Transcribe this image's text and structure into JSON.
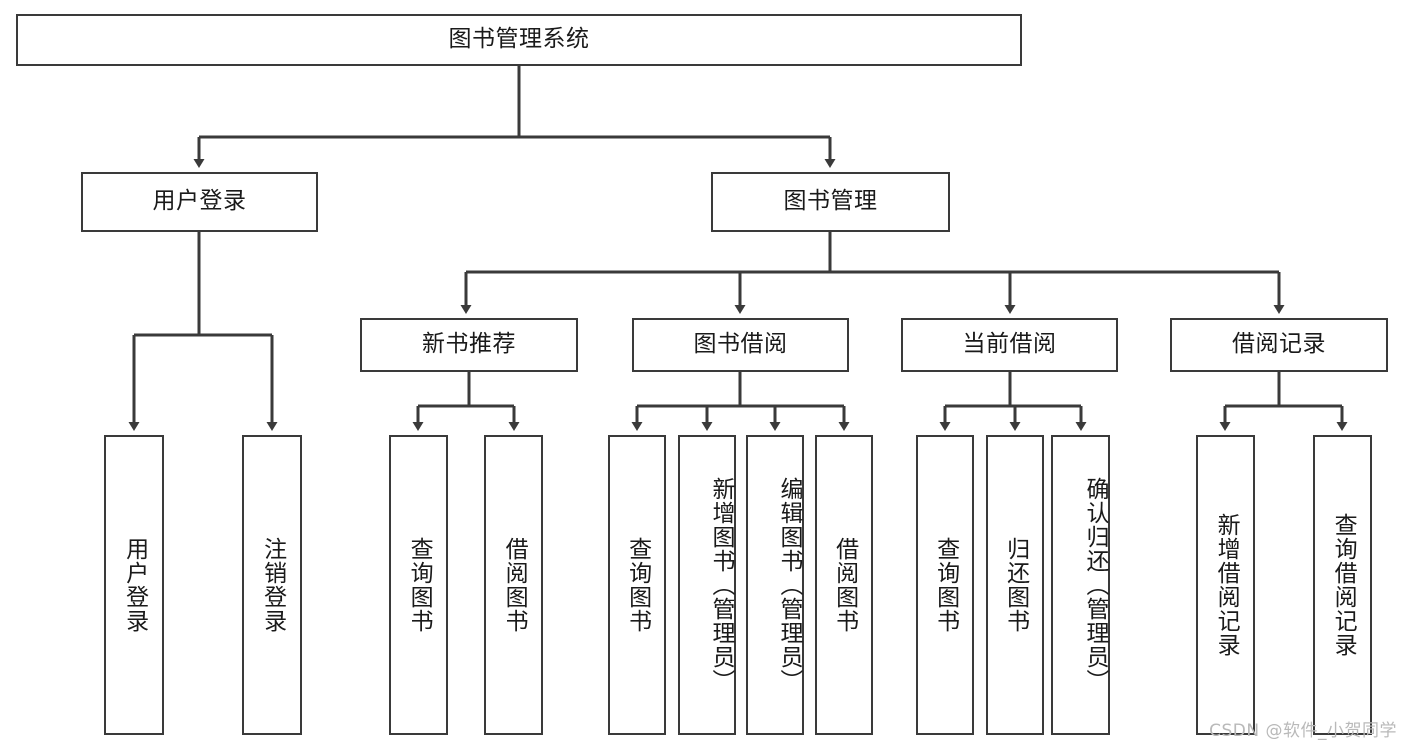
{
  "diagram": {
    "title": "图书管理系统",
    "type": "tree-hierarchy-chart",
    "orientation": "top-down",
    "stroke_color": "#3a3a3a",
    "fill_color": "#ffffff",
    "text_color": "#1a1a1a"
  },
  "nodes": {
    "root": {
      "label": "图书管理系统",
      "level": 1
    },
    "level2": [
      {
        "id": "user-login",
        "label": "用户登录"
      },
      {
        "id": "book-manage",
        "label": "图书管理"
      }
    ],
    "level3": [
      {
        "id": "new-book-recommend",
        "label": "新书推荐"
      },
      {
        "id": "book-borrow",
        "label": "图书借阅"
      },
      {
        "id": "current-borrow",
        "label": "当前借阅"
      },
      {
        "id": "borrow-record",
        "label": "借阅记录"
      }
    ],
    "leaves": {
      "user_login": [
        {
          "id": "leaf-user-login",
          "label": "用户登录"
        },
        {
          "id": "leaf-logout-login",
          "label": "注销登录"
        }
      ],
      "new_book_recommend": [
        {
          "id": "leaf-query-book-1",
          "label": "查询图书"
        },
        {
          "id": "leaf-borrow-book-1",
          "label": "借阅图书"
        }
      ],
      "book_borrow": [
        {
          "id": "leaf-query-book-2",
          "label": "查询图书"
        },
        {
          "id": "leaf-add-book",
          "label": "新增图书（管理员）"
        },
        {
          "id": "leaf-edit-book",
          "label": "编辑图书（管理员）"
        },
        {
          "id": "leaf-borrow-book-2",
          "label": "借阅图书"
        }
      ],
      "current_borrow": [
        {
          "id": "leaf-query-book-3",
          "label": "查询图书"
        },
        {
          "id": "leaf-return-book",
          "label": "归还图书"
        },
        {
          "id": "leaf-confirm-return",
          "label": "确认归还（管理员）"
        }
      ],
      "borrow_record": [
        {
          "id": "leaf-add-borrow-record",
          "label": "新增借阅记录"
        },
        {
          "id": "leaf-query-borrow-record",
          "label": "查询借阅记录"
        }
      ]
    }
  },
  "watermark": {
    "text": "CSDN @软件_小贺同学"
  }
}
